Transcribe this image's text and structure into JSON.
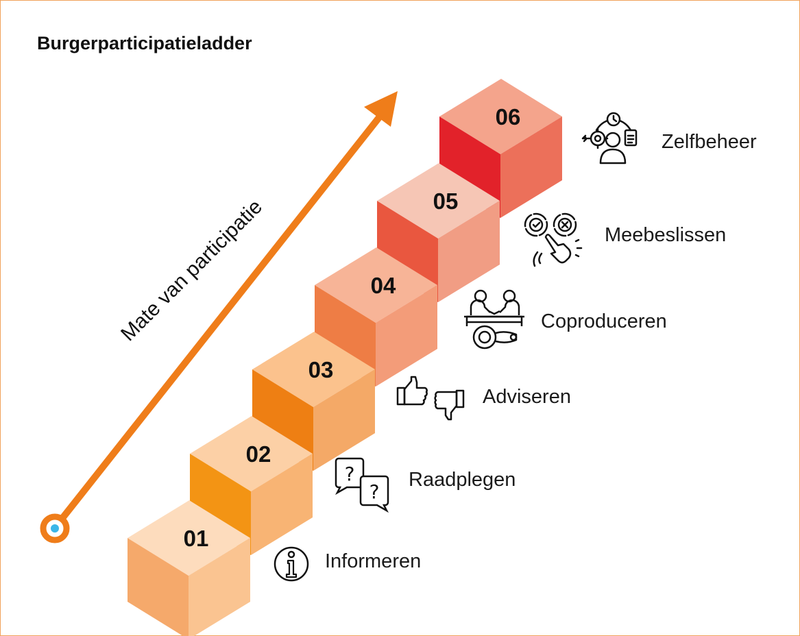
{
  "title": "Burgerparticipatieladder",
  "axis_label": "Mate van participatie",
  "arrow_color": "#ef7d1a",
  "steps": [
    {
      "number": "01",
      "label": "Informeren",
      "icon": "info-icon",
      "colors": {
        "top": "#fddcbd",
        "front": "#f5a96b",
        "side": "#fac491"
      }
    },
    {
      "number": "02",
      "label": "Raadplegen",
      "icon": "question-bubbles-icon",
      "colors": {
        "top": "#fcd0a6",
        "front": "#f39414",
        "side": "#f8b474"
      }
    },
    {
      "number": "03",
      "label": "Adviseren",
      "icon": "thumbs-up-down-icon",
      "colors": {
        "top": "#fbc28d",
        "front": "#ee7f13",
        "side": "#f4a967"
      }
    },
    {
      "number": "04",
      "label": "Coproduceren",
      "icon": "handshake-gear-icon",
      "colors": {
        "top": "#f7b497",
        "front": "#ee7d45",
        "side": "#f39c79"
      }
    },
    {
      "number": "05",
      "label": "Meebeslissen",
      "icon": "decision-check-cross-icon",
      "colors": {
        "top": "#f6c6b5",
        "front": "#e9573f",
        "side": "#f19d84"
      }
    },
    {
      "number": "06",
      "label": "Zelfbeheer",
      "icon": "self-management-icon",
      "colors": {
        "top": "#f4a48c",
        "front": "#e2222a",
        "side": "#ec705a"
      }
    }
  ]
}
